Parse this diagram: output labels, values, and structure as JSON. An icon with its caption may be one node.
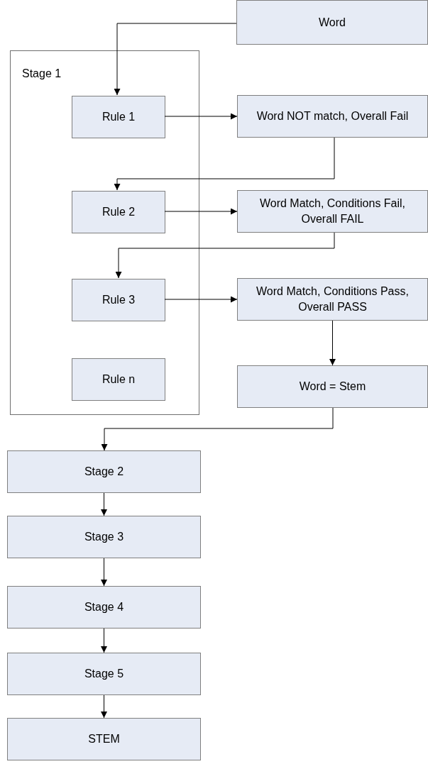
{
  "diagram": {
    "nodes": [
      {
        "text": [
          "Word"
        ]
      },
      {
        "text": [
          "Stage 1"
        ]
      },
      {
        "text": [
          "Rule 1"
        ],
        "in": 1
      },
      {
        "text": [
          "Word NOT match, Overall Fail"
        ]
      },
      {
        "text": [
          "Rule 2"
        ],
        "in": 1
      },
      {
        "text": [
          "Word Match, Conditions Fail, Overall FAIL"
        ]
      },
      {
        "text": [
          "Rule 3"
        ],
        "in": 1
      },
      {
        "text": [
          "Word Match, Conditions Pass, Overall PASS"
        ]
      },
      {
        "text": [
          "Rule n"
        ],
        "in": 1
      },
      {
        "text": [
          "Word = Stem"
        ]
      },
      {
        "text": [
          "Stage 2"
        ]
      },
      {
        "text": [
          "Stage 3"
        ]
      },
      {
        "text": [
          "Stage 4"
        ]
      },
      {
        "text": [
          "Stage 5"
        ]
      },
      {
        "text": [
          "STEM"
        ]
      }
    ],
    "edges": [
      {
        "from": 0,
        "to": 2,
        "arrow": "to"
      },
      {
        "from": 2,
        "to": 3,
        "arrow": "to"
      },
      {
        "from": 3,
        "to": 4,
        "arrow": "to"
      },
      {
        "from": 4,
        "to": 5,
        "arrow": "to"
      },
      {
        "from": 5,
        "to": 6,
        "arrow": "to"
      },
      {
        "from": 6,
        "to": 7,
        "arrow": "to"
      },
      {
        "from": 7,
        "to": 9,
        "arrow": "to"
      },
      {
        "from": 9,
        "to": 10,
        "arrow": "to"
      },
      {
        "from": 10,
        "to": 11,
        "arrow": "to"
      },
      {
        "from": 11,
        "to": 12,
        "arrow": "to"
      },
      {
        "from": 12,
        "to": 13,
        "arrow": "to"
      },
      {
        "from": 13,
        "to": 14,
        "arrow": "to"
      }
    ]
  }
}
